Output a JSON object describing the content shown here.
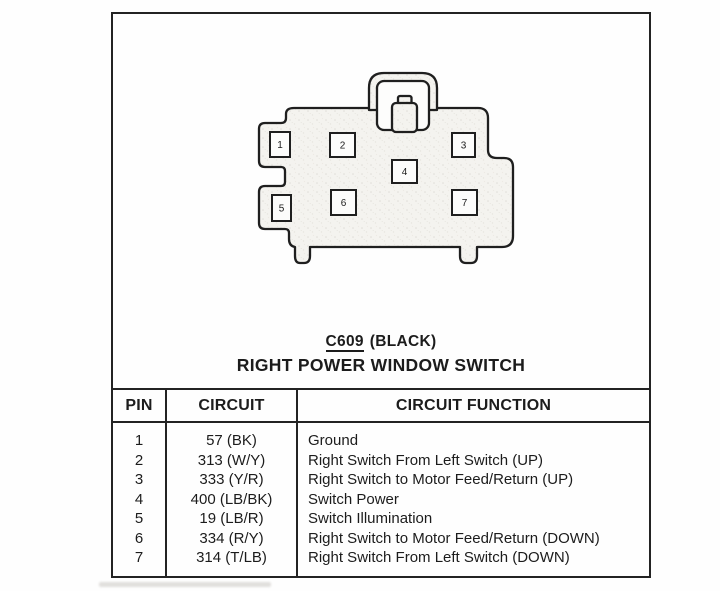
{
  "connector": {
    "id_label": "C609",
    "color_label": "(BLACK)",
    "name": "RIGHT POWER WINDOW SWITCH",
    "pins": [
      {
        "number": "1"
      },
      {
        "number": "2"
      },
      {
        "number": "3"
      },
      {
        "number": "4"
      },
      {
        "number": "5"
      },
      {
        "number": "6"
      },
      {
        "number": "7"
      }
    ]
  },
  "table": {
    "headers": {
      "pin": "PIN",
      "circuit": "CIRCUIT",
      "function": "CIRCUIT FUNCTION"
    },
    "rows": [
      {
        "pin": "1",
        "circuit": "57 (BK)",
        "function": "Ground"
      },
      {
        "pin": "2",
        "circuit": "313 (W/Y)",
        "function": "Right Switch From Left Switch (UP)"
      },
      {
        "pin": "3",
        "circuit": "333 (Y/R)",
        "function": "Right Switch to Motor Feed/Return (UP)"
      },
      {
        "pin": "4",
        "circuit": "400 (LB/BK)",
        "function": "Switch Power"
      },
      {
        "pin": "5",
        "circuit": "19 (LB/R)",
        "function": "Switch Illumination"
      },
      {
        "pin": "6",
        "circuit": "334 (R/Y)",
        "function": "Right Switch to Motor Feed/Return (DOWN)"
      },
      {
        "pin": "7",
        "circuit": "314 (T/LB)",
        "function": "Right Switch From Left Switch (DOWN)"
      }
    ]
  },
  "colors": {
    "ink": "#1c1c1c",
    "paper": "#fefefe",
    "connector_fill": "#f4f3ef"
  }
}
